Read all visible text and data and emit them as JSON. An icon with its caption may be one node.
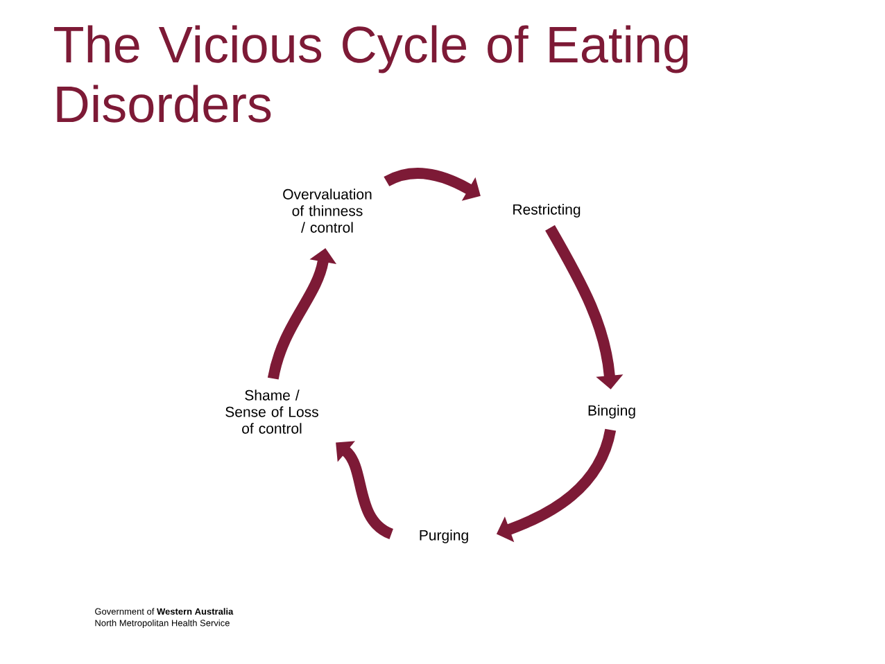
{
  "diagram": {
    "title": "The Vicious Cycle of Eating Disorders",
    "nodes": [
      {
        "text": [
          "Overvaluation of thinness / control"
        ]
      },
      {
        "text": [
          "Restricting"
        ]
      },
      {
        "text": [
          "Binging"
        ]
      },
      {
        "text": [
          "Purging"
        ]
      },
      {
        "text": [
          "Shame / Sense of Loss of control"
        ]
      }
    ],
    "edges": [
      {
        "from": 0,
        "to": 1,
        "arrow": "to"
      },
      {
        "from": 1,
        "to": 2,
        "arrow": "to"
      },
      {
        "from": 2,
        "to": 3,
        "arrow": "to"
      },
      {
        "from": 3,
        "to": 4,
        "arrow": "to"
      },
      {
        "from": 4,
        "to": 0,
        "arrow": "to"
      }
    ],
    "labels": [
      "Government of **Western Australia**",
      "North Metropolitan Health Service"
    ]
  }
}
